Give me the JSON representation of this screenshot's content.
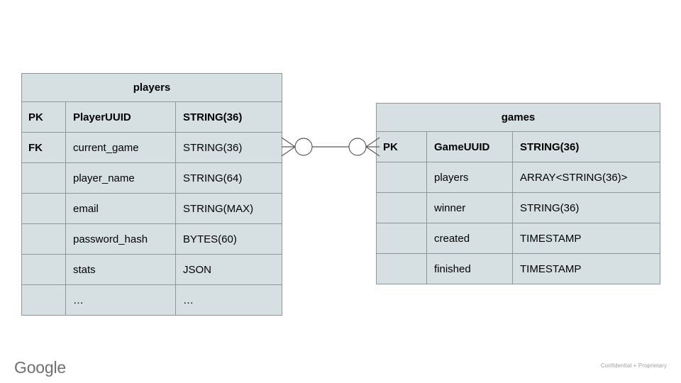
{
  "diagram": {
    "type": "entity-relationship",
    "colors": {
      "entity_fill": "#d6e0e3",
      "entity_border": "#8d9699",
      "connector": "#595959",
      "text": "#000000",
      "footer_text": "#9aa0a6"
    },
    "entities": [
      {
        "name": "players",
        "rows": [
          {
            "key": "PK",
            "field": "PlayerUUID",
            "type": "STRING(36)",
            "bold": true
          },
          {
            "key": "FK",
            "field": "current_game",
            "type": "STRING(36)",
            "bold": false
          },
          {
            "key": "",
            "field": "player_name",
            "type": "STRING(64)",
            "bold": false
          },
          {
            "key": "",
            "field": "email",
            "type": "STRING(MAX)",
            "bold": false
          },
          {
            "key": "",
            "field": "password_hash",
            "type": "BYTES(60)",
            "bold": false
          },
          {
            "key": "",
            "field": "stats",
            "type": "JSON",
            "bold": false
          },
          {
            "key": "",
            "field": "…",
            "type": "…",
            "bold": false
          }
        ]
      },
      {
        "name": "games",
        "rows": [
          {
            "key": "PK",
            "field": "GameUUID",
            "type": "STRING(36)",
            "bold": true
          },
          {
            "key": "",
            "field": "players",
            "type": "ARRAY<STRING(36)>",
            "bold": false
          },
          {
            "key": "",
            "field": "winner",
            "type": "STRING(36)",
            "bold": false
          },
          {
            "key": "",
            "field": "created",
            "type": "TIMESTAMP",
            "bold": false
          },
          {
            "key": "",
            "field": "finished",
            "type": "TIMESTAMP",
            "bold": false
          }
        ]
      }
    ],
    "relationship": {
      "from": "players",
      "to": "games",
      "left_notation": "zero-or-many",
      "right_notation": "zero-or-many",
      "cardinality": "many-to-many"
    }
  },
  "footer": {
    "logo_label": "Google",
    "note": "Confidential + Proprietary"
  }
}
